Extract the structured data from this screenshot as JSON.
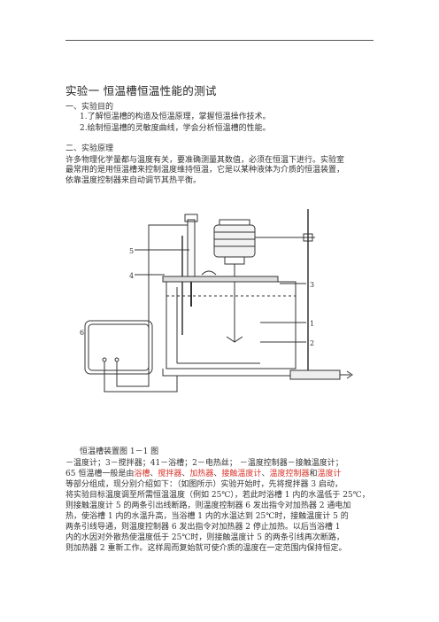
{
  "title": "实验一  恒温槽恒温性能的测试",
  "section1": {
    "heading": "一、实验目的",
    "items": [
      "1.了解恒温槽的构造及恒温原理，掌握恒温操作技术。",
      "2.绘制恒温槽的灵敏度曲线，学会分析恒温槽的性能。"
    ]
  },
  "section2": {
    "heading": "二、实验原理",
    "paragraph": [
      "许多物理化学量都与温度有关，要准确测量其数值，必须在恒温下进行。实验室",
      "最常用的是用恒温槽来控制温度维持恒温，它是以某种液体为介质的恒温装置，",
      "依靠温度控制器来自动调节其热平衡。"
    ]
  },
  "figure": {
    "labels": [
      "1",
      "2",
      "3",
      "4",
      "5",
      "6"
    ],
    "caption": "恒温槽装置图 1－1          图"
  },
  "body": {
    "legend_line": "－温度计；3－搅拌器；41－浴槽；2－电热丝；  －温度控制器－接触温度计；",
    "composition_prefix": "65   恒温槽一般是由",
    "components": [
      "浴槽",
      "搅拌器",
      "加热器",
      "接触温度计",
      "温度控制器",
      "温度计"
    ],
    "sep_1": "、",
    "sep_2": "、",
    "sep_3": "、",
    "sep_4": "、",
    "sep_and": "和",
    "lines": [
      "等部分组成，现分别介绍如下：（如图所示）实验开始时，先将搅拌器 3 启动，",
      "将实验目标温度调至所需恒温温度（例如 25℃），若此时浴槽 1 内的水温低于 25℃，",
      "则接触温度计 5 的两条引出线断路，则温度控制器 6 发出指令对加热器 2 通电加",
      "热，使浴槽 1 内的水温升高，当浴槽 1 内的水温达到 25℃时，接触温度计 5 的",
      "两条引线导通，则温度控制器 6 发出指令对加热器 2 停止加热。以后当浴槽 1",
      "内的水因对外散热使温度低于 25℃时，则接触温度计 5 的两条引线再次断路，",
      "则加热器 2 重新工作。这样周而复始就可使介质的温度在一定范围内保持恒定。"
    ]
  }
}
